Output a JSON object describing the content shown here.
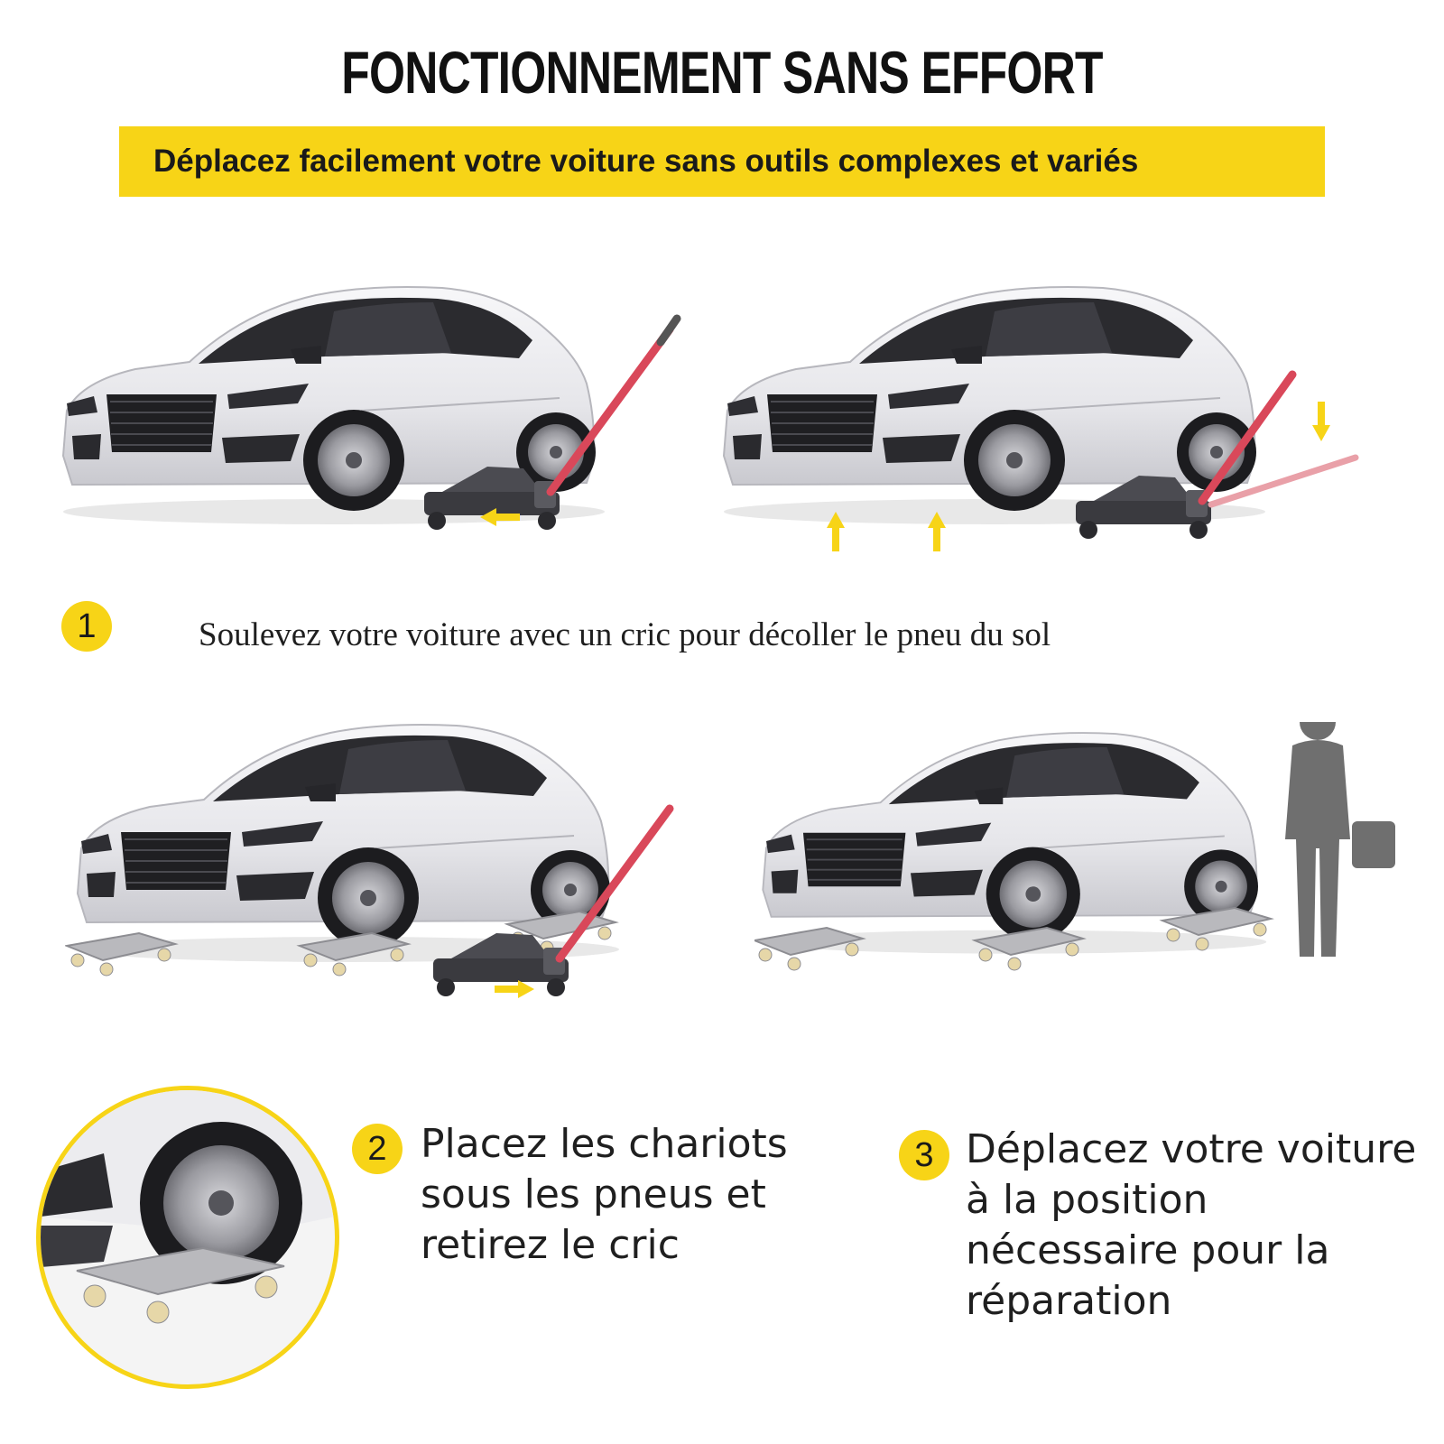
{
  "title": "FONCTIONNEMENT SANS EFFORT",
  "subtitle": "Déplacez facilement votre voiture sans outils complexes et variés",
  "steps": [
    {
      "number": "1",
      "text": "Soulevez votre voiture avec un cric pour décoller le pneu du sol"
    },
    {
      "number": "2",
      "lines": [
        "Placez les chariots",
        "sous les pneus et",
        "retirez le cric"
      ]
    },
    {
      "number": "3",
      "lines": [
        "Déplacez votre voiture",
        "à la position",
        "nécessaire pour la",
        "réparation"
      ]
    }
  ],
  "colors": {
    "accent": "#f7d417",
    "car_body": "#e9e9ec",
    "jack_handle": "#d9485a",
    "text": "#1a1a1a"
  },
  "icons": [
    "car-illustration",
    "floor-jack-icon",
    "wheel-dolly-icon",
    "mechanic-silhouette-icon",
    "arrow-left-icon",
    "arrow-up-icon",
    "arrow-right-icon",
    "arrow-down-icon"
  ]
}
